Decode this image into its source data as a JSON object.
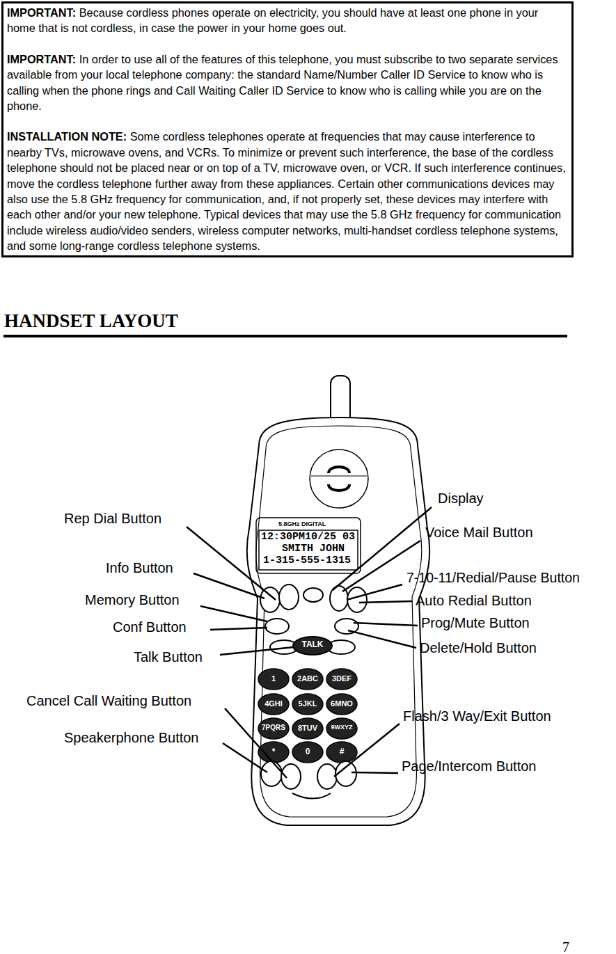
{
  "diagram": {
    "title": "HANDSET LAYOUT",
    "nodes": [
      {
        "text": [
          "IMPORTANT:",
          "Because cordless phones operate on electricity, you should have at least one phone in your home that is not cordless, in case the power in your home goes out.",
          "IMPORTANT:",
          "In order to use all of the features of this telephone, you must subscribe to two separate services available from your local telephone company: the standard Name/Number Caller ID Service to know who is calling when the phone rings and Call Waiting Caller ID Service to know who is calling while you are on the phone.",
          "INSTALLATION NOTE:",
          "Some cordless telephones operate at frequencies that may cause interference to nearby TVs, microwave ovens, and VCRs. To minimize or prevent such interference, the base of the cordless telephone should not be placed near or on top of a TV, microwave oven, or VCR. If such interference continues, move the cordless telephone further away from these appliances. Certain other communications devices may also use the 5.8 GHz frequency for communication, and, if not properly set, these devices may interfere with each other and/or your new telephone. Typical devices that may use the 5.8 GHz frequency for communication include wireless audio/video senders, wireless computer networks, multi-handset cordless telephone systems, and some long-range cordless telephone systems."
        ]
      }
    ],
    "labels": [
      "Rep Dial Button",
      "Info Button",
      "Memory Button",
      "Conf Button",
      "Talk Button",
      "Cancel Call Waiting Button",
      "Speakerphone Button",
      "Display",
      "Voice Mail Button",
      "7-10-11/Redial/Pause Button",
      "Auto Redial Button",
      "Prog/Mute Button",
      "Delete/Hold Button",
      "Flash/3 Way/Exit Button",
      "Page/Intercom Button",
      "5.8GHz DIGITAL",
      "12:30PM10/25 03",
      "SMITH JOHN",
      "1-315-555-1315",
      "1",
      "2ABC",
      "3DEF",
      "4GHI",
      "5JKL",
      "6MNO",
      "7PQRS",
      "8TUV",
      "9WXYZ",
      "*",
      "0",
      "#",
      "TALK",
      "7"
    ]
  }
}
